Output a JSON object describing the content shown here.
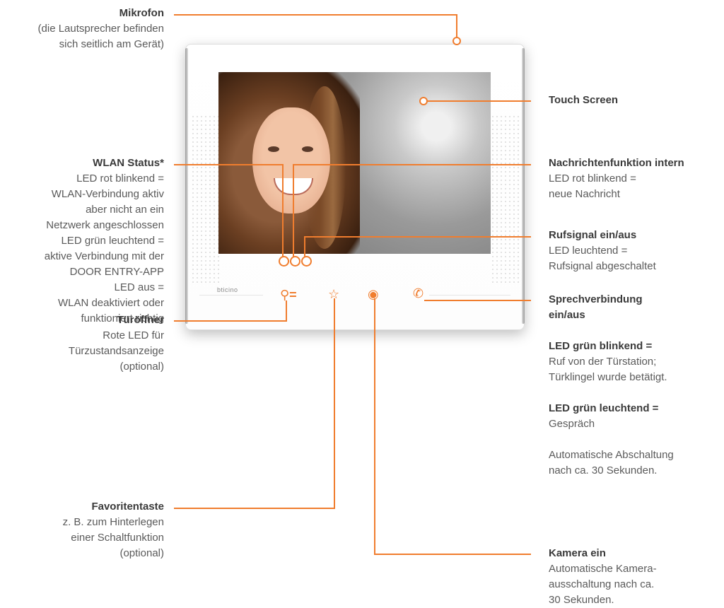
{
  "labels": {
    "mikrofon": {
      "title": "Mikrofon",
      "lines": [
        "(die Lautsprecher befinden",
        "sich seitlich am Gerät)"
      ]
    },
    "wlan": {
      "title": "WLAN Status*",
      "lines": [
        "LED rot blinkend =",
        "WLAN-Verbindung aktiv",
        "aber nicht an ein",
        "Netzwerk angeschlossen",
        "LED grün leuchtend =",
        "aktive Verbindung mit der",
        "DOOR ENTRY-APP",
        "LED aus =",
        "WLAN deaktiviert oder",
        "funktioniert richtig"
      ]
    },
    "tueroeffner": {
      "title": "Türöffner",
      "lines": [
        "Rote LED für",
        "Türzustandsanzeige",
        "(optional)"
      ]
    },
    "favoriten": {
      "title": "Favoritentaste",
      "lines": [
        "z. B. zum Hinterlegen",
        "einer Schaltfunktion",
        "(optional)"
      ]
    },
    "touch": {
      "title": "Touch Screen"
    },
    "nachrichten": {
      "title": "Nachrichtenfunktion intern",
      "lines": [
        "LED rot blinkend =",
        "neue Nachricht"
      ]
    },
    "rufsignal": {
      "title": "Rufsignal ein/aus",
      "lines": [
        "LED leuchtend =",
        "Rufsignal abgeschaltet"
      ]
    },
    "sprech": {
      "title_lines": [
        "Sprechverbindung",
        "ein/aus"
      ],
      "blink_title": "LED grün blinkend =",
      "blink_lines": [
        "Ruf von der Türstation;",
        "Türklingel wurde betätigt."
      ],
      "leucht_title": "LED grün leuchtend =",
      "leucht_lines": [
        "Gespräch"
      ],
      "auto_lines": [
        "Automatische Abschaltung",
        "nach ca. 30 Sekunden."
      ]
    },
    "kamera": {
      "title": "Kamera ein",
      "lines": [
        "Automatische Kamera-",
        "ausschaltung nach ca.",
        "30 Sekunden."
      ]
    }
  },
  "device": {
    "brand": "bticino"
  },
  "colors": {
    "accent": "#f07d2e"
  }
}
